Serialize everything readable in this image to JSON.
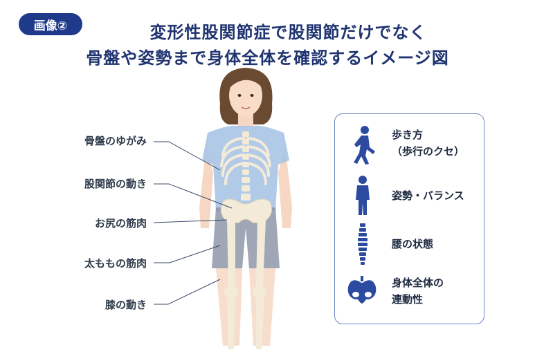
{
  "badge": "画像②",
  "title": {
    "line1": "変形性股関節症で股関節だけでなく",
    "line2": "骨盤や姿勢まで身体全体を確認するイメージ図"
  },
  "labels": [
    "骨盤のゆがみ",
    "股関節の動き",
    "お尻の筋肉",
    "太ももの筋肉",
    "膝の動き"
  ],
  "panel": {
    "items": [
      {
        "icon": "walking-person-icon",
        "lines": [
          "歩き方",
          "（歩行のクセ）"
        ]
      },
      {
        "icon": "standing-person-icon",
        "lines": [
          "姿勢・バランス"
        ]
      },
      {
        "icon": "spine-icon",
        "lines": [
          "腰の状態"
        ]
      },
      {
        "icon": "pelvis-icon",
        "lines": [
          "身体全体の",
          "連動性"
        ]
      }
    ]
  },
  "colors": {
    "navy": "#1f3470",
    "accent": "#2b4aa0",
    "shirt": "#a9c4e4",
    "shorts": "#8e97a8",
    "bone": "#f3ead8",
    "skin": "#f6d7c3"
  }
}
